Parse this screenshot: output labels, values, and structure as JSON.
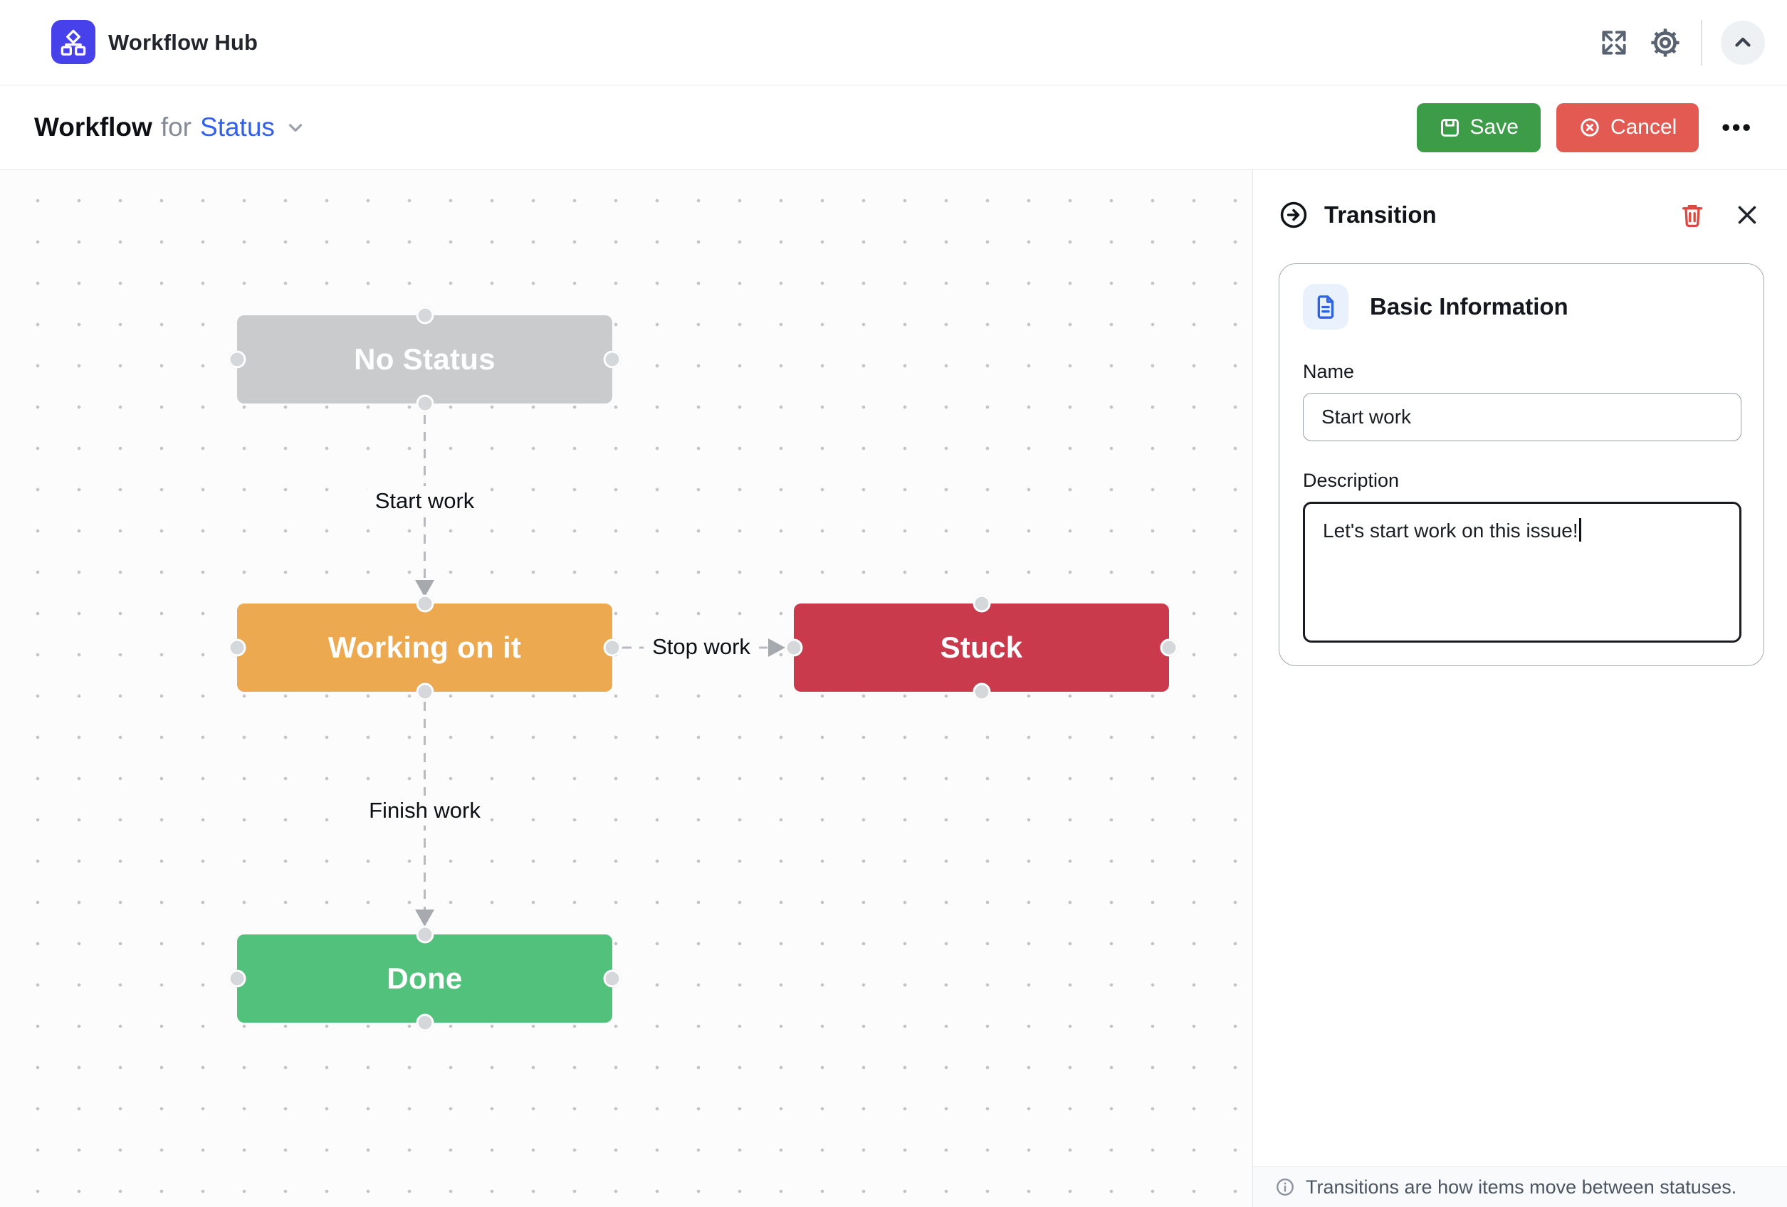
{
  "header": {
    "app_title": "Workflow Hub"
  },
  "toolbar": {
    "title_primary": "Workflow",
    "title_connector": "for",
    "title_entity": "Status",
    "save_label": "Save",
    "cancel_label": "Cancel"
  },
  "canvas": {
    "nodes": [
      {
        "id": "no-status",
        "label": "No Status",
        "color": "#c9cbcd"
      },
      {
        "id": "working",
        "label": "Working on it",
        "color": "#eca950"
      },
      {
        "id": "stuck",
        "label": "Stuck",
        "color": "#c93a4c"
      },
      {
        "id": "done",
        "label": "Done",
        "color": "#52c17b"
      }
    ],
    "edges": [
      {
        "label": "Start work",
        "from": "No Status",
        "to": "Working on it"
      },
      {
        "label": "Stop work",
        "from": "Working on it",
        "to": "Stuck"
      },
      {
        "label": "Finish work",
        "from": "Working on it",
        "to": "Done"
      }
    ]
  },
  "panel": {
    "title": "Transition",
    "card": {
      "title": "Basic Information",
      "name_label": "Name",
      "name_value": "Start work",
      "description_label": "Description",
      "description_value": "Let's start work on this issue!"
    },
    "footer": "Transitions are how items move between statuses."
  },
  "icons": {
    "app_logo": "flowchart-shape",
    "fullscreen": "four-outward-arrows",
    "gear": "cog",
    "collapse": "chevron-up",
    "workflow_selector": "chevron-down",
    "save": "floppy-disk",
    "cancel": "circle-x",
    "more_options": "•••",
    "transition": "circle-arrow-right",
    "delete": "trash-can",
    "close": "x-mark",
    "basic_info": "document",
    "info": "circle-i"
  },
  "colors": {
    "brand": "#4741ec",
    "accent_blue": "#3160ea",
    "save_green": "#3d9c48",
    "cancel_red": "#e25a52",
    "node_gray": "#c9cbcd",
    "node_orange": "#eca950",
    "node_red": "#c93a4c",
    "node_green": "#52c17b",
    "delete_red": "#dc4840"
  }
}
